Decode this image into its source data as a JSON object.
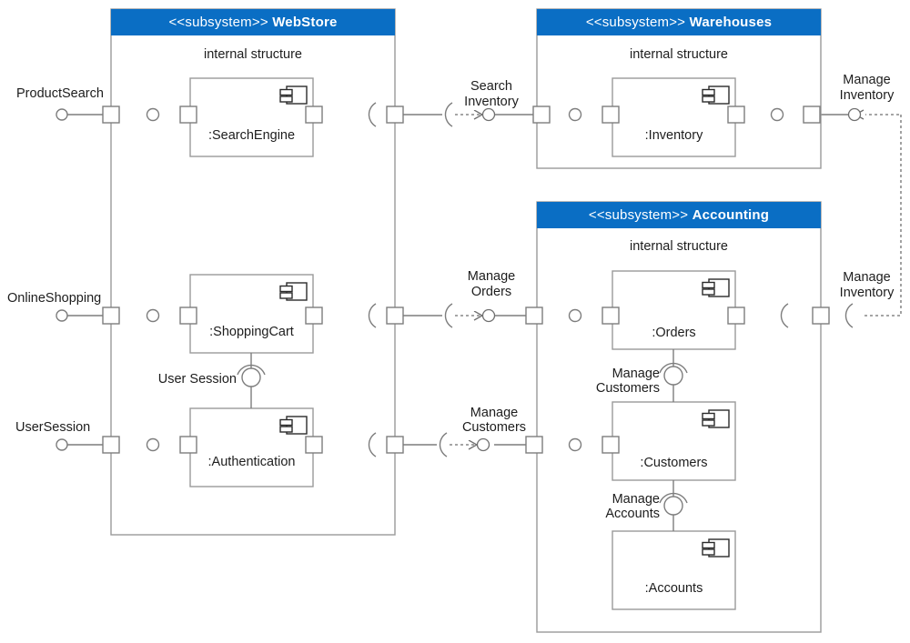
{
  "diagram": {
    "type": "uml-component-diagram",
    "stereotype": "<<subsystem>>",
    "internal_structure_label": "internal structure",
    "colors": {
      "subsystem_header": "#0a6ec4",
      "header_text": "#ffffff",
      "frame_stroke": "#9a9a9a",
      "line": "#7d7d7d",
      "text": "#1d1d1d",
      "background": "#ffffff"
    }
  },
  "subsystems": [
    {
      "id": "webstore",
      "stereotype": "<<subsystem>>",
      "name": "WebStore",
      "internal_structure": "internal structure",
      "components": [
        {
          "id": "searchengine",
          "name": ":SearchEngine",
          "icon": "component-icon"
        },
        {
          "id": "shoppingcart",
          "name": ":ShoppingCart",
          "icon": "component-icon"
        },
        {
          "id": "authentication",
          "name": ":Authentication",
          "icon": "component-icon"
        }
      ]
    },
    {
      "id": "warehouses",
      "stereotype": "<<subsystem>>",
      "name": "Warehouses",
      "internal_structure": "internal structure",
      "components": [
        {
          "id": "inventory",
          "name": ":Inventory",
          "icon": "component-icon"
        }
      ]
    },
    {
      "id": "accounting",
      "stereotype": "<<subsystem>>",
      "name": "Accounting",
      "internal_structure": "internal structure",
      "components": [
        {
          "id": "orders",
          "name": ":Orders",
          "icon": "component-icon"
        },
        {
          "id": "customers",
          "name": ":Customers",
          "icon": "component-icon"
        },
        {
          "id": "accounts",
          "name": ":Accounts",
          "icon": "component-icon"
        }
      ]
    }
  ],
  "external_ports": [
    {
      "id": "productsearch",
      "label": "ProductSearch"
    },
    {
      "id": "onlineshopping",
      "label": "OnlineShopping"
    },
    {
      "id": "usersession",
      "label": "UserSession"
    }
  ],
  "interfaces": [
    {
      "id": "search-inventory",
      "label": "Search\nInventory",
      "line1": "Search",
      "line2": "Inventory"
    },
    {
      "id": "manage-orders",
      "label": "Manage\nOrders",
      "line1": "Manage",
      "line2": "Orders"
    },
    {
      "id": "manage-customers",
      "label": "Manage\nCustomers",
      "line1": "Manage",
      "line2": "Customers"
    },
    {
      "id": "manage-inventory-top",
      "label": "Manage\nInventory",
      "line1": "Manage",
      "line2": "Inventory"
    },
    {
      "id": "manage-inventory-bottom",
      "label": "Manage\nInventory",
      "line1": "Manage",
      "line2": "Inventory"
    },
    {
      "id": "user-session",
      "label": "User Session"
    },
    {
      "id": "manage-customers-inner",
      "label": "Manage\nCustomers",
      "line1": "Manage",
      "line2": "Customers"
    },
    {
      "id": "manage-accounts-inner",
      "label": "Manage\nAccounts",
      "line1": "Manage",
      "line2": "Accounts"
    }
  ],
  "labels": {
    "search_inventory_l1": "Search",
    "search_inventory_l2": "Inventory",
    "manage_orders_l1": "Manage",
    "manage_orders_l2": "Orders",
    "manage_customers_l1": "Manage",
    "manage_customers_l2": "Customers",
    "manage_inventory_top_l1": "Manage",
    "manage_inventory_top_l2": "Inventory",
    "manage_inventory_bot_l1": "Manage",
    "manage_inventory_bot_l2": "Inventory",
    "user_session": "User Session",
    "manage_customers_in_l1": "Manage",
    "manage_customers_in_l2": "Customers",
    "manage_accounts_in_l1": "Manage",
    "manage_accounts_in_l2": "Accounts"
  }
}
